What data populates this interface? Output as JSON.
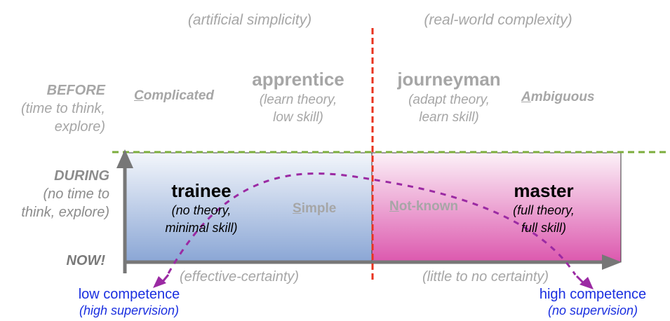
{
  "colors": {
    "axis": "#777777",
    "guide_dash": "#7cad3c",
    "divider_dash": "#e8321d",
    "curve": "#9b2aa3",
    "arrow": "#9b2aa3",
    "left_box_top": "#f2f5fb",
    "left_box_bottom": "#8aa5d4",
    "right_box_top": "#fbf0f7",
    "right_box_bottom": "#dd5bb0",
    "blue_text": "#1a2fe0",
    "gray_text": "#a6a6a6"
  },
  "top_labels": {
    "left": "(artificial simplicity)",
    "right": "(real-world complexity)"
  },
  "rows": {
    "before_title": "BEFORE",
    "before_line1": "(time to think,",
    "before_line2": "explore)",
    "during_title": "DURING",
    "during_line1": "(no time to",
    "during_line2": "think, explore)",
    "now": "NOW!"
  },
  "domains": {
    "complicated_first": "C",
    "complicated_rest": "omplicated",
    "ambiguous_first": "A",
    "ambiguous_rest": "mbiguous",
    "simple_first": "S",
    "simple_rest": "imple",
    "notknown_first": "N",
    "notknown_rest": "ot-known"
  },
  "roles": {
    "apprentice_title": "apprentice",
    "apprentice_line1": "(learn theory,",
    "apprentice_line2": "low skill)",
    "journeyman_title": "journeyman",
    "journeyman_line1": "(adapt theory,",
    "journeyman_line2": "learn skill)",
    "trainee_title": "trainee",
    "trainee_line1": "(no theory,",
    "trainee_line2": "minimal skill)",
    "master_title": "master",
    "master_line1": "(full theory,",
    "master_line2": "full skill)"
  },
  "bottom_labels": {
    "left": "(effective-certainty)",
    "right": "(little to no certainty)"
  },
  "competence": {
    "low_title": "low competence",
    "low_sub": "(high supervision)",
    "high_title": "high competence",
    "high_sub": "(no supervision)"
  }
}
